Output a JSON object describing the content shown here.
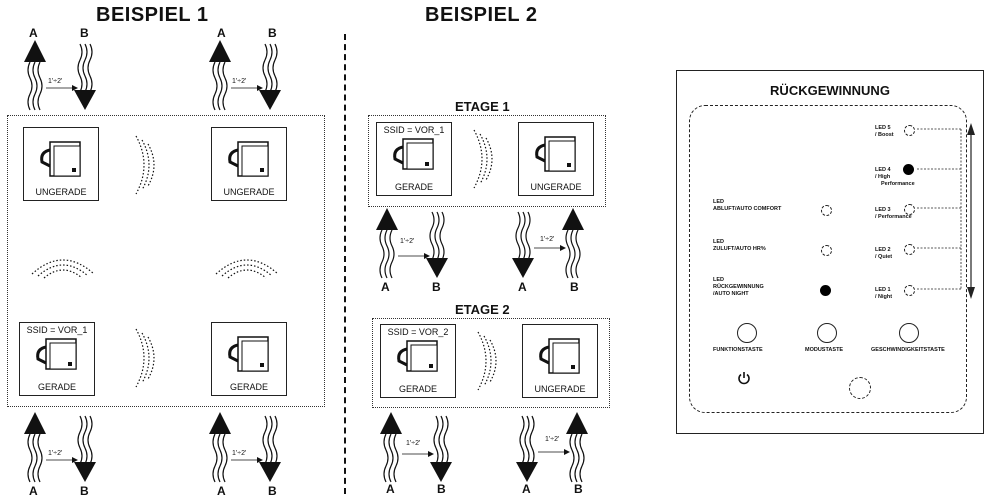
{
  "example1": {
    "title": "BEISPIEL 1",
    "units": [
      {
        "label": "UNGERADE",
        "ssid": ""
      },
      {
        "label": "UNGERADE",
        "ssid": ""
      },
      {
        "label": "GERADE",
        "ssid": "SSID = VOR_1"
      },
      {
        "label": "GERADE",
        "ssid": ""
      }
    ],
    "arrow_a": "A",
    "arrow_b": "B",
    "timing": "1'÷2'"
  },
  "example2": {
    "title": "BEISPIEL 2",
    "floor1": {
      "title": "ETAGE 1",
      "units": [
        {
          "label": "GERADE",
          "ssid": "SSID = VOR_1"
        },
        {
          "label": "UNGERADE",
          "ssid": ""
        }
      ]
    },
    "floor2": {
      "title": "ETAGE 2",
      "units": [
        {
          "label": "GERADE",
          "ssid": "SSID = VOR_2"
        },
        {
          "label": "UNGERADE",
          "ssid": ""
        }
      ]
    },
    "arrow_a": "A",
    "arrow_b": "B",
    "timing": "1'÷2'"
  },
  "panel": {
    "title": "RÜCKGEWINNUNG",
    "left_leds": [
      {
        "line1": "LED",
        "line2": "ABLUFT/AUTO COMFORT",
        "line3": "",
        "lit": false
      },
      {
        "line1": "LED",
        "line2": "ZULUFT/AUTO HR%",
        "line3": "",
        "lit": false
      },
      {
        "line1": "LED",
        "line2": "RÜCKGEWINNUNG",
        "line3": "/AUTO NIGHT",
        "lit": true
      }
    ],
    "speed_leds": [
      {
        "line1": "LED 5",
        "line2": "/ Boost",
        "line3": "",
        "lit": false
      },
      {
        "line1": "LED 4",
        "line2": "/ High",
        "line3": "Performance",
        "lit": true
      },
      {
        "line1": "LED 3",
        "line2": "/ Performance",
        "line3": "",
        "lit": false
      },
      {
        "line1": "LED 2",
        "line2": "/ Quiet",
        "line3": "",
        "lit": false
      },
      {
        "line1": "LED 1",
        "line2": "/ Night",
        "line3": "",
        "lit": false
      }
    ],
    "buttons": [
      {
        "label": "FUNKTIONSTASTE"
      },
      {
        "label": "MODUSTASTE"
      },
      {
        "label": "GESCHWINDIGKEITSTASTE"
      }
    ],
    "power_icon": "power-icon"
  }
}
